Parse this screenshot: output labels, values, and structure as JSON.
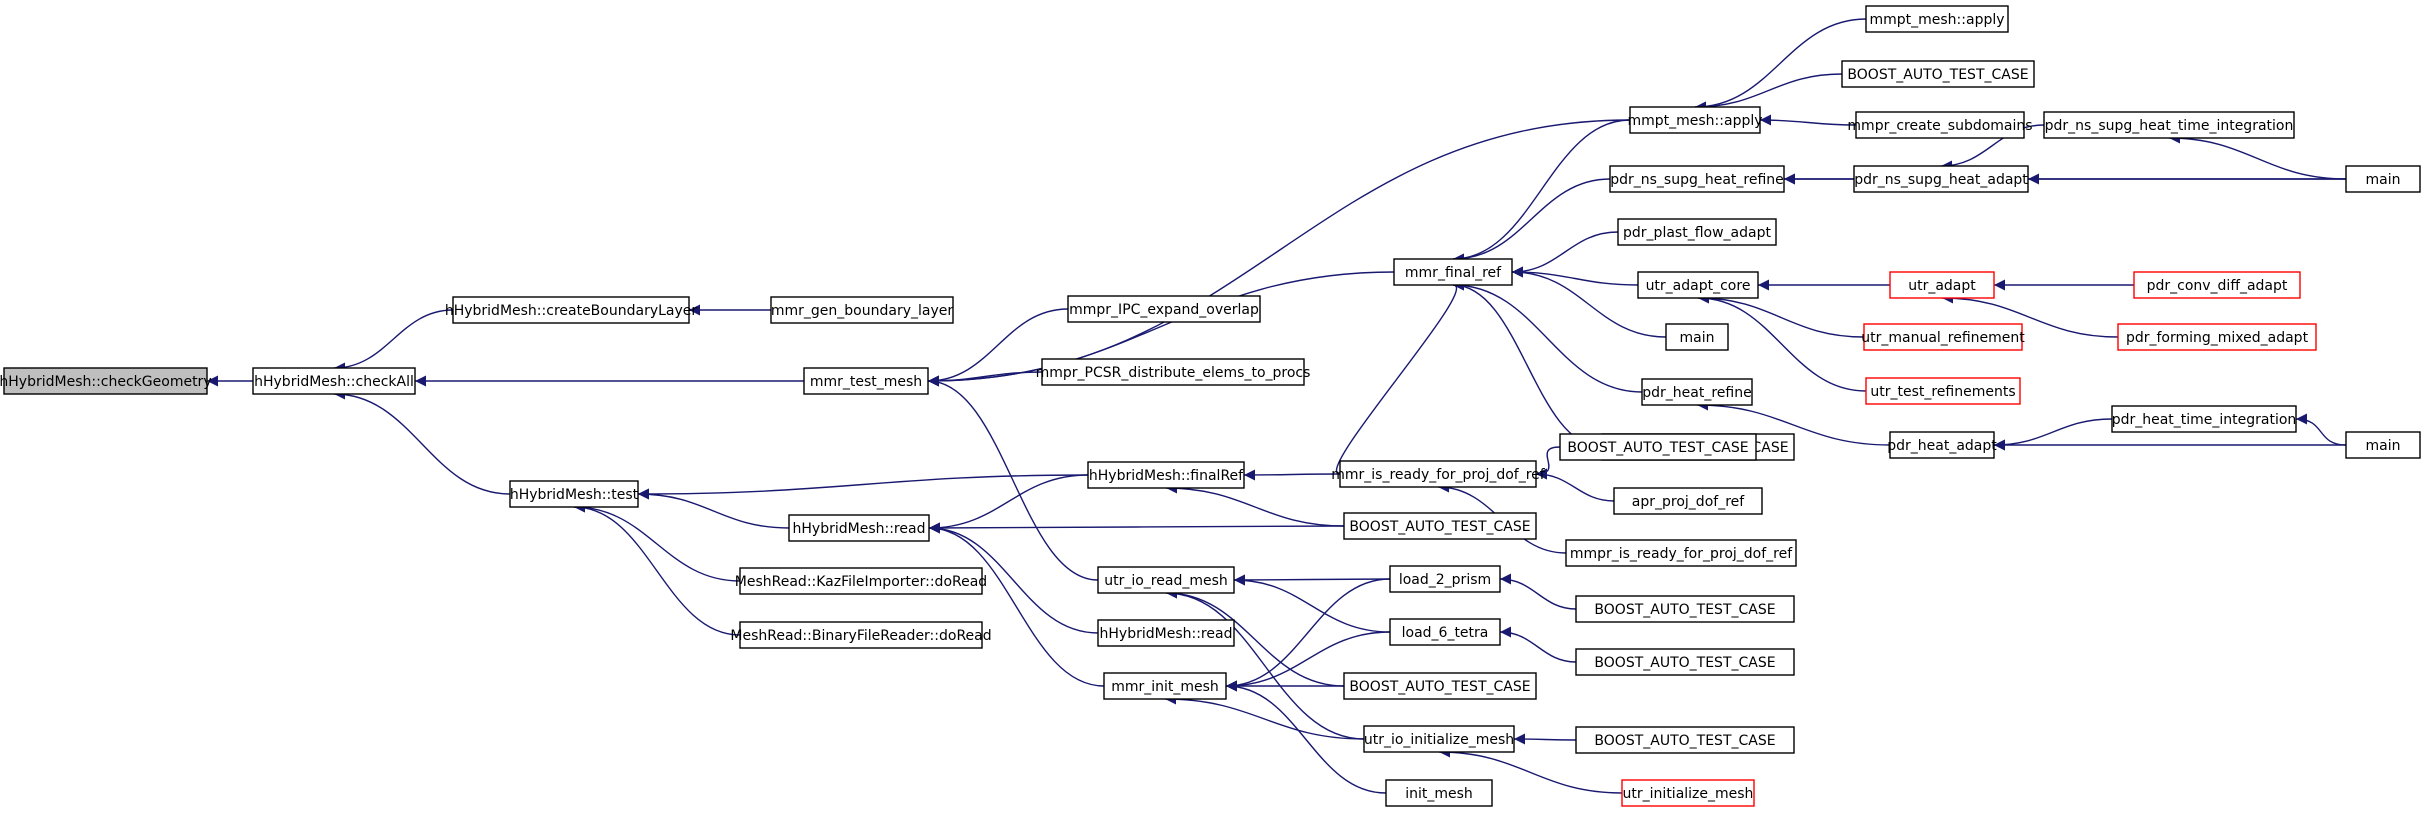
{
  "colors": {
    "edge": "#191970",
    "node_border": "#000000",
    "truncated_border": "#ff0000",
    "focus_fill": "#bfbfbf",
    "node_fill": "#ffffff"
  },
  "nodes": [
    {
      "id": "n1",
      "label": "hHybridMesh::checkGeometry",
      "focus": true
    },
    {
      "id": "n2",
      "label": "hHybridMesh::checkAll"
    },
    {
      "id": "n3",
      "label": "hHybridMesh::createBoundaryLayer"
    },
    {
      "id": "n4",
      "label": "mmr_gen_boundary_layer"
    },
    {
      "id": "n5",
      "label": "mmr_test_mesh"
    },
    {
      "id": "n6",
      "label": "hHybridMesh::test"
    },
    {
      "id": "n7",
      "label": "mmpt_mesh::apply"
    },
    {
      "id": "n8",
      "label": "mmpr_IPC_expand_overlap"
    },
    {
      "id": "n9",
      "label": "mmpr_PCSR_distribute_elems_to_procs"
    },
    {
      "id": "n10",
      "label": "mmr_final_ref"
    },
    {
      "id": "n11",
      "label": "utr_io_read_mesh"
    },
    {
      "id": "n12",
      "label": "hHybridMesh::finalRef"
    },
    {
      "id": "n13",
      "label": "hHybridMesh::read"
    },
    {
      "id": "n14",
      "label": "MeshRead::KazFileImporter::doRead"
    },
    {
      "id": "n15",
      "label": "MeshRead::BinaryFileReader::doRead"
    },
    {
      "id": "n16",
      "label": "mmpt_mesh::apply"
    },
    {
      "id": "n17",
      "label": "BOOST_AUTO_TEST_CASE"
    },
    {
      "id": "n18",
      "label": "mmpr_create_subdomains"
    },
    {
      "id": "n19",
      "label": "pdr_ns_supg_heat_refine"
    },
    {
      "id": "n20",
      "label": "pdr_plast_flow_adapt"
    },
    {
      "id": "n21",
      "label": "utr_adapt_core"
    },
    {
      "id": "n22",
      "label": "main"
    },
    {
      "id": "n23",
      "label": "pdr_heat_refine"
    },
    {
      "id": "n24",
      "label": "BOOST_AUTO_TEST_CASE"
    },
    {
      "id": "n25",
      "label": "mmr_is_ready_for_proj_dof_ref"
    },
    {
      "id": "n26",
      "label": "BOOST_AUTO_TEST_CASE"
    },
    {
      "id": "n27",
      "label": "hHybridMesh::read"
    },
    {
      "id": "n28",
      "label": "mmr_init_mesh"
    },
    {
      "id": "n29",
      "label": "load_2_prism"
    },
    {
      "id": "n30",
      "label": "load_6_tetra"
    },
    {
      "id": "n31",
      "label": "BOOST_AUTO_TEST_CASE"
    },
    {
      "id": "n32",
      "label": "utr_io_initialize_mesh"
    },
    {
      "id": "n33",
      "label": "init_mesh"
    },
    {
      "id": "n34",
      "label": "pdr_ns_supg_heat_adapt"
    },
    {
      "id": "n35",
      "label": "pdr_ns_supg_heat_time_integration"
    },
    {
      "id": "n36",
      "label": "main"
    },
    {
      "id": "n37",
      "label": "utr_adapt",
      "truncated": true
    },
    {
      "id": "n38",
      "label": "pdr_conv_diff_adapt",
      "truncated": true
    },
    {
      "id": "n39",
      "label": "pdr_forming_mixed_adapt",
      "truncated": true
    },
    {
      "id": "n40",
      "label": "utr_manual_refinement",
      "truncated": true
    },
    {
      "id": "n41",
      "label": "utr_test_refinements",
      "truncated": true
    },
    {
      "id": "n42",
      "label": "pdr_heat_adapt"
    },
    {
      "id": "n43",
      "label": "pdr_heat_time_integration"
    },
    {
      "id": "n44",
      "label": "main"
    },
    {
      "id": "n45",
      "label": "BOOST_AUTO_TEST_CASE"
    },
    {
      "id": "n46",
      "label": "apr_proj_dof_ref"
    },
    {
      "id": "n47",
      "label": "mmpr_is_ready_for_proj_dof_ref"
    },
    {
      "id": "n48",
      "label": "BOOST_AUTO_TEST_CASE"
    },
    {
      "id": "n49",
      "label": "BOOST_AUTO_TEST_CASE"
    },
    {
      "id": "n50",
      "label": "BOOST_AUTO_TEST_CASE"
    },
    {
      "id": "n51",
      "label": "utr_initialize_mesh",
      "truncated": true
    }
  ],
  "edges": [
    {
      "from": "n2",
      "to": "n1"
    },
    {
      "from": "n3",
      "to": "n2"
    },
    {
      "from": "n5",
      "to": "n2"
    },
    {
      "from": "n6",
      "to": "n2"
    },
    {
      "from": "n4",
      "to": "n3"
    },
    {
      "from": "n7",
      "to": "n5"
    },
    {
      "from": "n8",
      "to": "n5"
    },
    {
      "from": "n9",
      "to": "n5"
    },
    {
      "from": "n10",
      "to": "n5"
    },
    {
      "from": "n11",
      "to": "n5"
    },
    {
      "from": "n12",
      "to": "n6"
    },
    {
      "from": "n13",
      "to": "n6"
    },
    {
      "from": "n14",
      "to": "n6"
    },
    {
      "from": "n15",
      "to": "n6"
    },
    {
      "from": "n16",
      "to": "n7"
    },
    {
      "from": "n17",
      "to": "n7"
    },
    {
      "from": "n18",
      "to": "n7"
    },
    {
      "from": "n19",
      "to": "n10"
    },
    {
      "from": "n20",
      "to": "n10"
    },
    {
      "from": "n21",
      "to": "n10"
    },
    {
      "from": "n22",
      "to": "n10"
    },
    {
      "from": "n23",
      "to": "n10"
    },
    {
      "from": "n24",
      "to": "n10"
    },
    {
      "from": "n7",
      "to": "n10"
    },
    {
      "from": "n25",
      "to": "n10"
    },
    {
      "from": "n25",
      "to": "n12"
    },
    {
      "from": "n26",
      "to": "n12"
    },
    {
      "from": "n12",
      "to": "n13"
    },
    {
      "from": "n26",
      "to": "n13"
    },
    {
      "from": "n27",
      "to": "n13"
    },
    {
      "from": "n28",
      "to": "n13"
    },
    {
      "from": "n29",
      "to": "n11"
    },
    {
      "from": "n30",
      "to": "n11"
    },
    {
      "from": "n31",
      "to": "n11"
    },
    {
      "from": "n32",
      "to": "n11"
    },
    {
      "from": "n29",
      "to": "n28"
    },
    {
      "from": "n30",
      "to": "n28"
    },
    {
      "from": "n31",
      "to": "n28"
    },
    {
      "from": "n32",
      "to": "n28"
    },
    {
      "from": "n33",
      "to": "n28"
    },
    {
      "from": "n34",
      "to": "n19"
    },
    {
      "from": "n36",
      "to": "n19"
    },
    {
      "from": "n35",
      "to": "n34"
    },
    {
      "from": "n36",
      "to": "n34"
    },
    {
      "from": "n36",
      "to": "n35"
    },
    {
      "from": "n37",
      "to": "n21"
    },
    {
      "from": "n40",
      "to": "n21"
    },
    {
      "from": "n41",
      "to": "n21"
    },
    {
      "from": "n38",
      "to": "n37"
    },
    {
      "from": "n39",
      "to": "n37"
    },
    {
      "from": "n42",
      "to": "n23"
    },
    {
      "from": "n43",
      "to": "n42"
    },
    {
      "from": "n44",
      "to": "n42"
    },
    {
      "from": "n44",
      "to": "n43"
    },
    {
      "from": "n45",
      "to": "n25"
    },
    {
      "from": "n46",
      "to": "n25"
    },
    {
      "from": "n47",
      "to": "n25"
    },
    {
      "from": "n48",
      "to": "n29"
    },
    {
      "from": "n49",
      "to": "n30"
    },
    {
      "from": "n50",
      "to": "n32"
    },
    {
      "from": "n51",
      "to": "n32"
    }
  ]
}
